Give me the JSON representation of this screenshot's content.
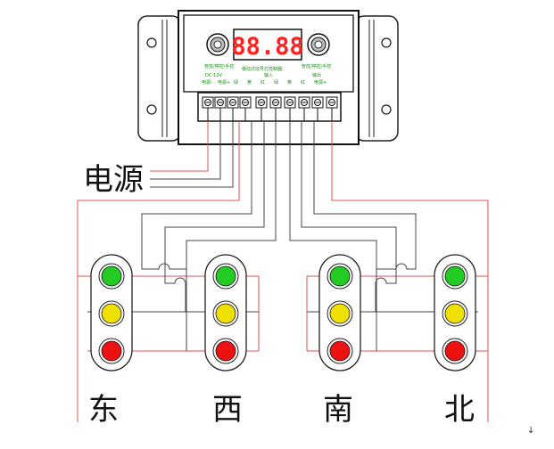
{
  "controller": {
    "display_value": "88.88",
    "title": "移动式信号灯控制器",
    "left_mode_label": "管控/停控/手控",
    "right_mode_label": "管控/停控/手控",
    "voltage_label": "DC-12V",
    "terminal_labels": [
      "电源-",
      "电源+",
      "绿",
      "黄",
      "红",
      "绿",
      "黄",
      "红",
      "电源+"
    ],
    "center_label": "输入",
    "right_label": "输出"
  },
  "power_label": "电源",
  "directions": [
    "东",
    "西",
    "南",
    "北"
  ],
  "colors": {
    "green": "#22cc22",
    "yellow": "#f0e000",
    "red": "#ee1111",
    "wire_red": "#e05050",
    "wire_black": "#444444",
    "display_red": "#ff2020"
  },
  "footer_mark": "↓"
}
